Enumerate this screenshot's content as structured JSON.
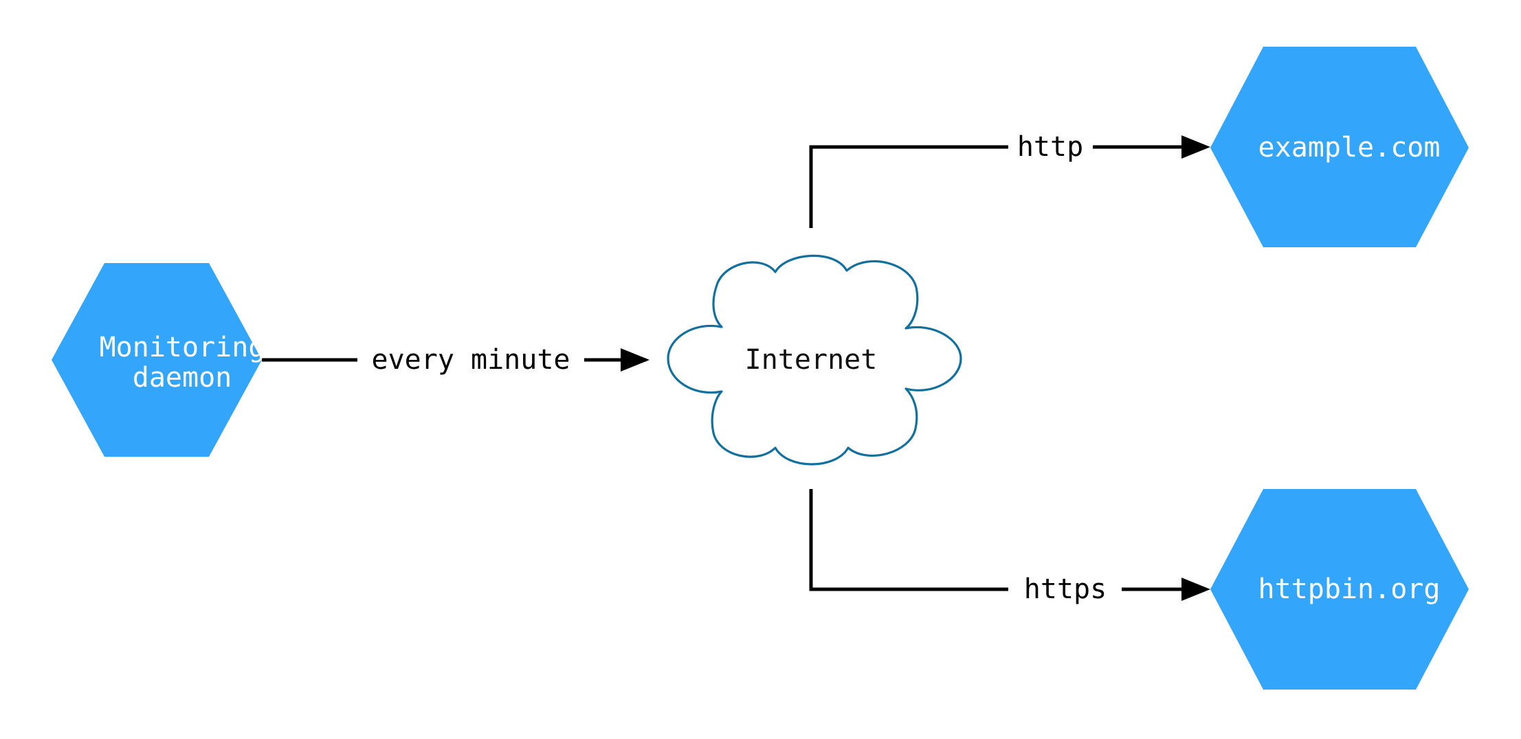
{
  "diagram": {
    "type": "network-flow-diagram",
    "background_color": "#ffffff",
    "palette": {
      "hexagon_fill": "#33a5fb",
      "hexagon_text": "#ffffff",
      "cloud_fill": "#ffffff",
      "cloud_stroke": "#11709e",
      "cloud_text": "#111111",
      "edge_color": "#000000"
    },
    "nodes": [
      {
        "id": "monitoring-daemon",
        "shape": "hexagon",
        "lines": [
          "Monitoring",
          "daemon"
        ],
        "text_color": "#ffffff",
        "fill": "#33a5fb"
      },
      {
        "id": "internet",
        "shape": "cloud",
        "lines": [
          "Internet"
        ],
        "text_color": "#111111",
        "fill": "#ffffff",
        "stroke": "#11709e"
      },
      {
        "id": "example-com",
        "shape": "hexagon",
        "lines": [
          "example.com"
        ],
        "text_color": "#ffffff",
        "fill": "#33a5fb"
      },
      {
        "id": "httpbin-org",
        "shape": "hexagon",
        "lines": [
          "httpbin.org"
        ],
        "text_color": "#ffffff",
        "fill": "#33a5fb"
      }
    ],
    "edges": [
      {
        "id": "daemon-to-internet",
        "from": "monitoring-daemon",
        "to": "internet",
        "label": "every minute",
        "style": "straight-arrow"
      },
      {
        "id": "internet-to-example",
        "from": "internet",
        "to": "example-com",
        "label": "http",
        "style": "elbow-arrow"
      },
      {
        "id": "internet-to-httpbin",
        "from": "internet",
        "to": "httpbin-org",
        "label": "https",
        "style": "elbow-arrow"
      }
    ]
  }
}
